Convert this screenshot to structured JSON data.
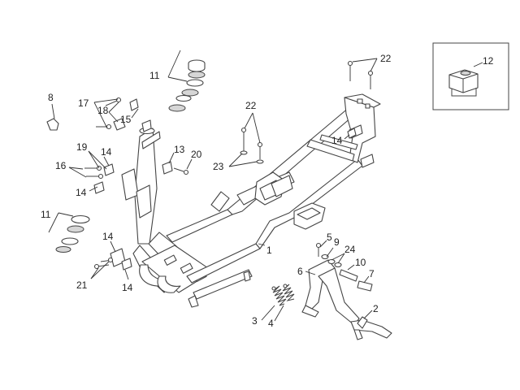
{
  "callouts": {
    "c1": "1",
    "c2": "2",
    "c3": "3",
    "c4": "4",
    "c5": "5",
    "c6": "6",
    "c7": "7",
    "c8": "8",
    "c9": "9",
    "c10": "10",
    "c11a": "11",
    "c11b": "11",
    "c12": "12",
    "c13": "13",
    "c14a": "14",
    "c14b": "14",
    "c14c": "14",
    "c14d": "14",
    "c14e": "14",
    "c15": "15",
    "c16": "16",
    "c17": "17",
    "c18": "18",
    "c19": "19",
    "c20": "20",
    "c21": "21",
    "c22a": "22",
    "c22b": "22",
    "c23": "23",
    "c24": "24"
  }
}
